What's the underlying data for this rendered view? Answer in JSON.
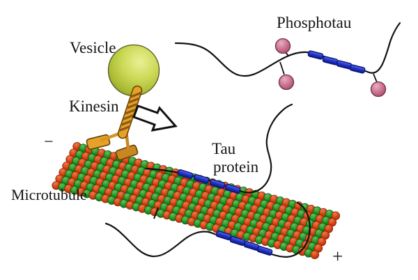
{
  "labels": {
    "vesicle": "Vesicle",
    "kinesin": "Kinesin",
    "phosphotau": "Phosphotau",
    "tau_protein_line1": "Tau",
    "tau_protein_line2": "protein",
    "microtubule": "Microtubule",
    "minus_end": "−",
    "plus_end": "+"
  },
  "structure_counts": {
    "tau_binding_repeats_per_tau": 4,
    "phosphate_groups_on_phosphotau": 3,
    "bound_tau_proteins_on_microtubule": 2
  },
  "colors": {
    "background": "#ffffff",
    "text": "#141414",
    "line_black": "#111111",
    "vesicle_gradient": [
      "#e8f094",
      "#cbd957",
      "#abbc35",
      "#8c9d25"
    ],
    "vesicle_outline": "#55561e",
    "kinesin_orange": "#e7a028",
    "kinesin_orange_dark": "#c9871f",
    "kinesin_leg": "#d8951f",
    "kinesin_stripe": "#8a5a10",
    "kinesin_outline": "#5f4208",
    "microtubule_red_gradient": [
      "#ef7a52",
      "#d84613",
      "#a82c08"
    ],
    "microtubule_red_edge": "#7e1f05",
    "microtubule_green_gradient": [
      "#63c163",
      "#259a25",
      "#0f6b12"
    ],
    "microtubule_green_edge": "#0a4f0c",
    "tau_repeat_blue_gradient": [
      "#5a73f0",
      "#2338cc",
      "#10197e"
    ],
    "tau_repeat_outline": "#0c1478",
    "phosphate_pink_gradient": [
      "#e8b0c2",
      "#c87090",
      "#a34a68"
    ],
    "phosphate_outline": "#6e2c42",
    "arrow_fill": "#ffffff",
    "arrow_outline": "#111111"
  },
  "microtubule_lattice": {
    "columns": 43,
    "rows": 7
  }
}
